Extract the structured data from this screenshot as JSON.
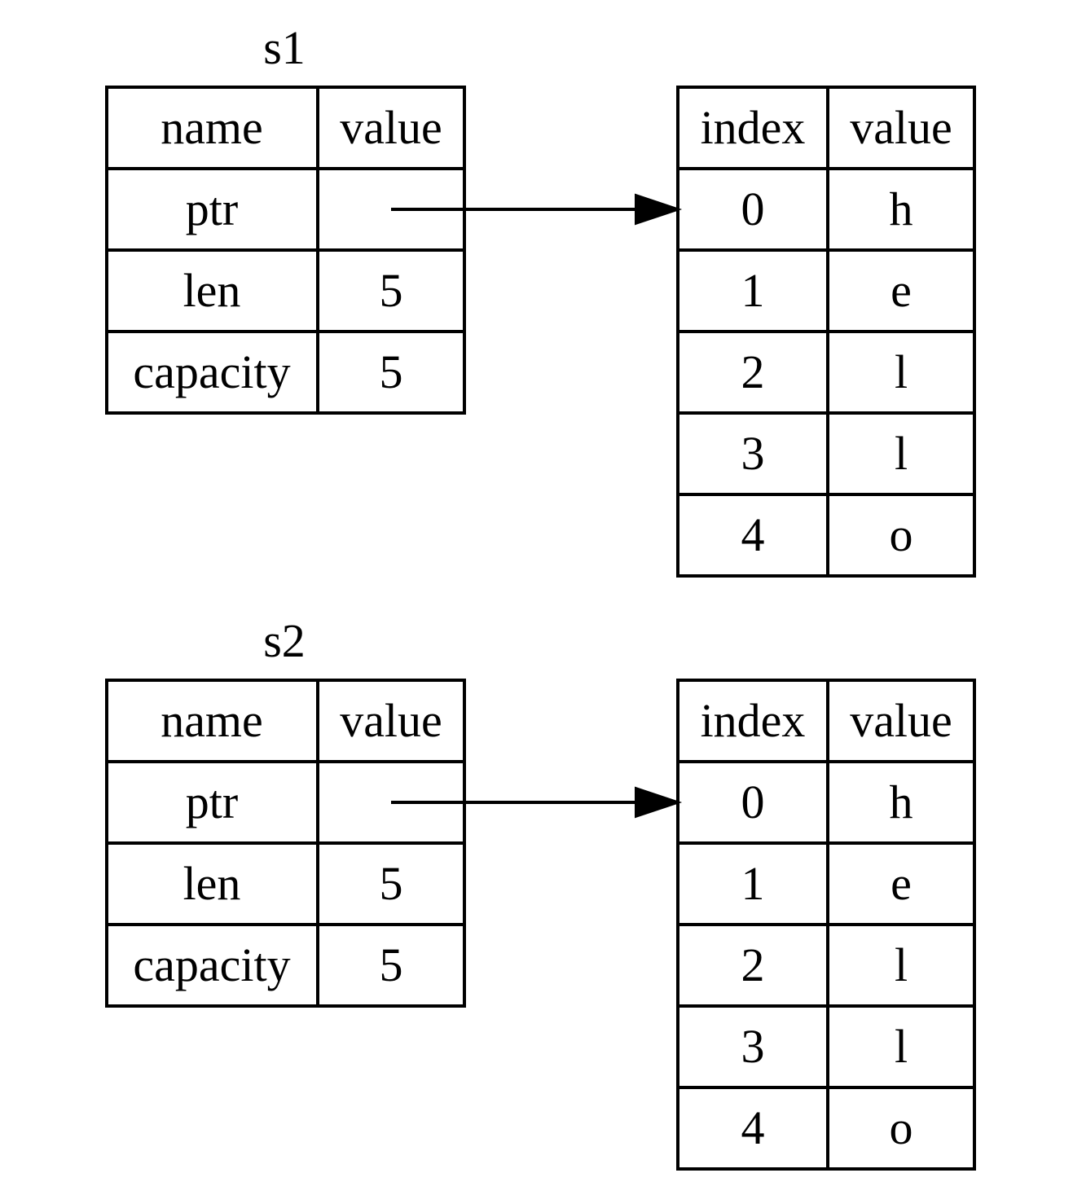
{
  "diagram": {
    "groups": [
      {
        "id": "s1",
        "title": "s1",
        "struct": {
          "header": [
            "name",
            "value"
          ],
          "rows": [
            {
              "name": "ptr",
              "value": ""
            },
            {
              "name": "len",
              "value": "5"
            },
            {
              "name": "capacity",
              "value": "5"
            }
          ]
        },
        "heap": {
          "header": [
            "index",
            "value"
          ],
          "rows": [
            {
              "index": "0",
              "value": "h"
            },
            {
              "index": "1",
              "value": "e"
            },
            {
              "index": "2",
              "value": "l"
            },
            {
              "index": "3",
              "value": "l"
            },
            {
              "index": "4",
              "value": "o"
            }
          ]
        },
        "pointer": {
          "from": "ptr",
          "to_index": "0"
        }
      },
      {
        "id": "s2",
        "title": "s2",
        "struct": {
          "header": [
            "name",
            "value"
          ],
          "rows": [
            {
              "name": "ptr",
              "value": ""
            },
            {
              "name": "len",
              "value": "5"
            },
            {
              "name": "capacity",
              "value": "5"
            }
          ]
        },
        "heap": {
          "header": [
            "index",
            "value"
          ],
          "rows": [
            {
              "index": "0",
              "value": "h"
            },
            {
              "index": "1",
              "value": "e"
            },
            {
              "index": "2",
              "value": "l"
            },
            {
              "index": "3",
              "value": "l"
            },
            {
              "index": "4",
              "value": "o"
            }
          ]
        },
        "pointer": {
          "from": "ptr",
          "to_index": "0"
        }
      }
    ]
  }
}
